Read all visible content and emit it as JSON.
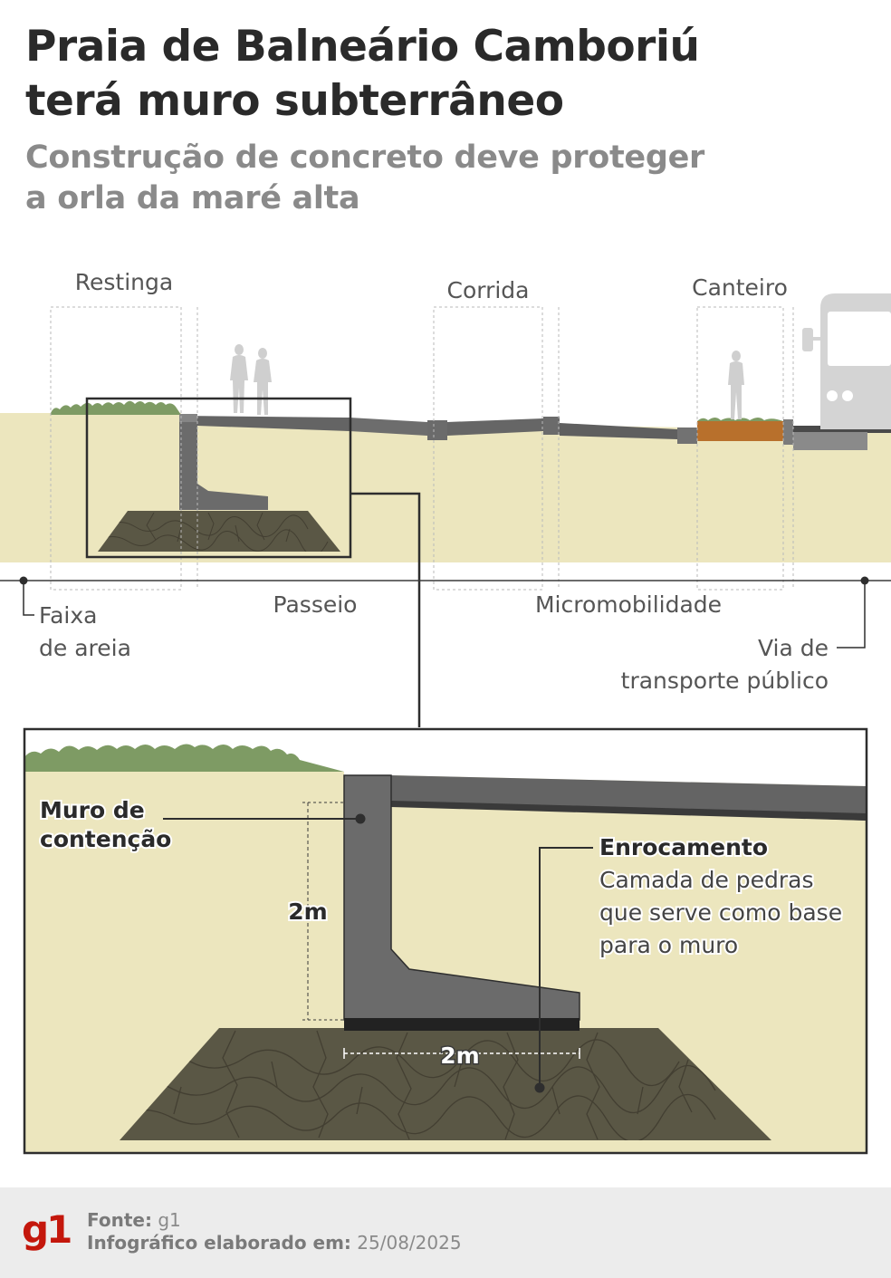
{
  "title": {
    "line1": "Praia de Balneário Camboriú",
    "line2": "terá muro subterrâneo"
  },
  "subtitle": {
    "line1": "Construção de concreto deve proteger",
    "line2": "a orla da maré alta"
  },
  "overview": {
    "top_labels": {
      "restinga": "Restinga",
      "corrida": "Corrida",
      "canteiro": "Canteiro"
    },
    "bottom_labels": {
      "faixa_line1": "Faixa",
      "faixa_line2": "de areia",
      "passeio": "Passeio",
      "micromobilidade": "Micromobilidade",
      "via_line1": "Via de",
      "via_line2": "transporte público"
    }
  },
  "detail": {
    "muro_line1": "Muro de",
    "muro_line2": "contenção",
    "height_label": "2m",
    "width_label": "2m",
    "enrocamento_title": "Enrocamento",
    "enrocamento_line1": "Camada de pedras",
    "enrocamento_line2": "que serve como base",
    "enrocamento_line3": "para o muro"
  },
  "footer": {
    "logo": "g1",
    "fonte_label": "Fonte:",
    "fonte_value": "g1",
    "data_label": "Infográfico elaborado em:",
    "data_value": "25/08/2025"
  },
  "colors": {
    "sand": "#ece6be",
    "sand_dark": "#e2dcae",
    "concrete": "#6b6b6b",
    "pavement": "#646464",
    "gravel": "#5a5745",
    "vegetation": "#7e9b64",
    "canteiro": "#b8702c",
    "figure": "#cfcfcf",
    "bus": "#d4d4d4",
    "text_dark": "#2a2a2a",
    "text_mid": "#555555",
    "subtitle": "#8a8a8a",
    "logo": "#c4170c"
  }
}
